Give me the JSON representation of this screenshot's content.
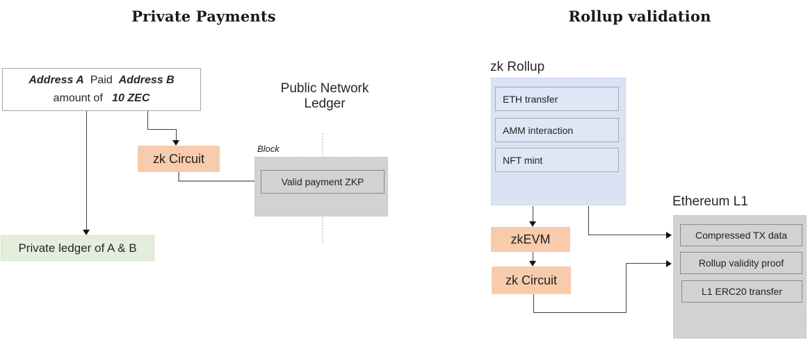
{
  "left": {
    "title": "Private Payments",
    "tx_box": {
      "address_a": "Address A",
      "paid_text": "Paid",
      "address_b": "Address B",
      "line2_text": "amount of",
      "amount": "10 ZEC"
    },
    "zk_circuit_label": "zk Circuit",
    "public_ledger_line1": "Public Network",
    "public_ledger_line2": "Ledger",
    "block_label": "Block",
    "valid_zkp_label": "Valid payment ZKP",
    "private_ledger_label": "Private ledger of A & B"
  },
  "right": {
    "title": "Rollup validation",
    "zk_rollup_label": "zk Rollup",
    "rollup_items": [
      "ETH transfer",
      "AMM interaction",
      "NFT mint"
    ],
    "zkevm_label": "zkEVM",
    "zk_circuit_label": "zk Circuit",
    "ethereum_label": "Ethereum L1",
    "l1_items": [
      "Compressed TX data",
      "Rollup validity proof",
      "L1 ERC20 transfer"
    ]
  },
  "colors": {
    "orange": "#f8cbad",
    "green_fill": "#e3efdc",
    "green_border": "#cfe3c4",
    "blue_fill": "#dae3f3",
    "blue_border": "#b4c7e7",
    "blue_item_fill": "#dde7f5",
    "gray_fill": "#d3d1d1",
    "gray_border": "#c7c7c7",
    "item_border": "#8a8a8a",
    "line_dark": "#3f3f3f",
    "line_gray": "#8f8f8f"
  }
}
